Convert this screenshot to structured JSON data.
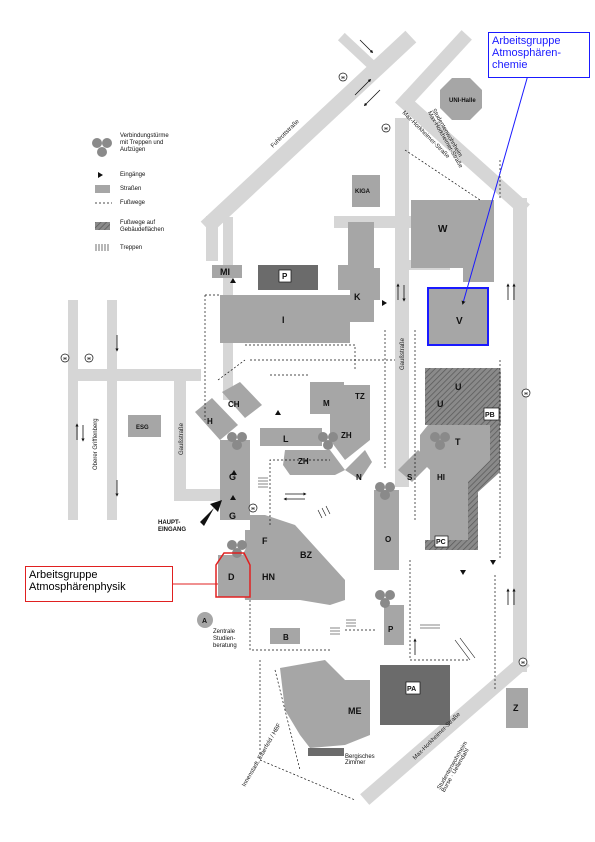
{
  "legend": {
    "towers": "Verbindungstürme\nmit Treppen und\nAufzügen",
    "entrances": "Eingänge",
    "streets": "Straßen",
    "footpaths": "Fußwege",
    "footpaths_buildings": "Fußwege auf\nGebäudeflächen",
    "stairs": "Treppen"
  },
  "callouts": {
    "chemie": "Arbeitsgruppe\nAtmosphären-\nchemie",
    "physik": "Arbeitsgruppe\nAtmosphärenphysik"
  },
  "buildings": {
    "W": "W",
    "V": "V",
    "K": "K",
    "I": "I",
    "MI": "MI",
    "P_top": "P",
    "KIGA": "KIGA",
    "UNI_Halle": "UNI-Halle",
    "U1": "U",
    "U2": "U",
    "PB": "PB",
    "T": "T",
    "HI": "HI",
    "PC": "PC",
    "S": "S",
    "N": "N",
    "O": "O",
    "P": "P",
    "PA": "PA",
    "Z": "Z",
    "ME": "ME",
    "B": "B",
    "A": "A",
    "D": "D",
    "HN": "HN",
    "F": "F",
    "BZ": "BZ",
    "G1": "G",
    "G2": "G",
    "L": "L",
    "ZH1": "ZH",
    "ZH2": "ZH",
    "M": "M",
    "TZ": "TZ",
    "CH": "CH",
    "H": "H",
    "ESG": "ESG"
  },
  "labels": {
    "haupteingang": "HAUPT-\nEINGANG",
    "studienberatung": "Zentrale\nStudien-\nberatung",
    "bergisches_zimmer": "Bergisches\nZimmer",
    "h_symbol": "H"
  },
  "streets": {
    "fuhlrottstrasse": "Fuhlrottstraße",
    "max_horkheimer_top": "Max-Horkheimer-Straße",
    "max_horkheimer_bottom": "Max-Horkheimer-Straße",
    "gaussstrasse_1": "Gaußstraße",
    "gaussstrasse_2": "Gaußstraße",
    "obere_griffenberg": "Oberer Grifflenberg",
    "studentenwohnheim_top": "Studentenwohnheim\nMax-Horkheimer-Straße",
    "studentenwohnheim_bottom": "Studentenwohnheim\nBurse · Uellendahl",
    "innenstadt": "Innenstadt, Elberfeld / HBF"
  },
  "colors": {
    "building": "#a6a6a6",
    "building_dark": "#6b6b6b",
    "street": "#d6d6d6",
    "highlight_blue": "#1a1aff",
    "highlight_red": "#e02020"
  }
}
